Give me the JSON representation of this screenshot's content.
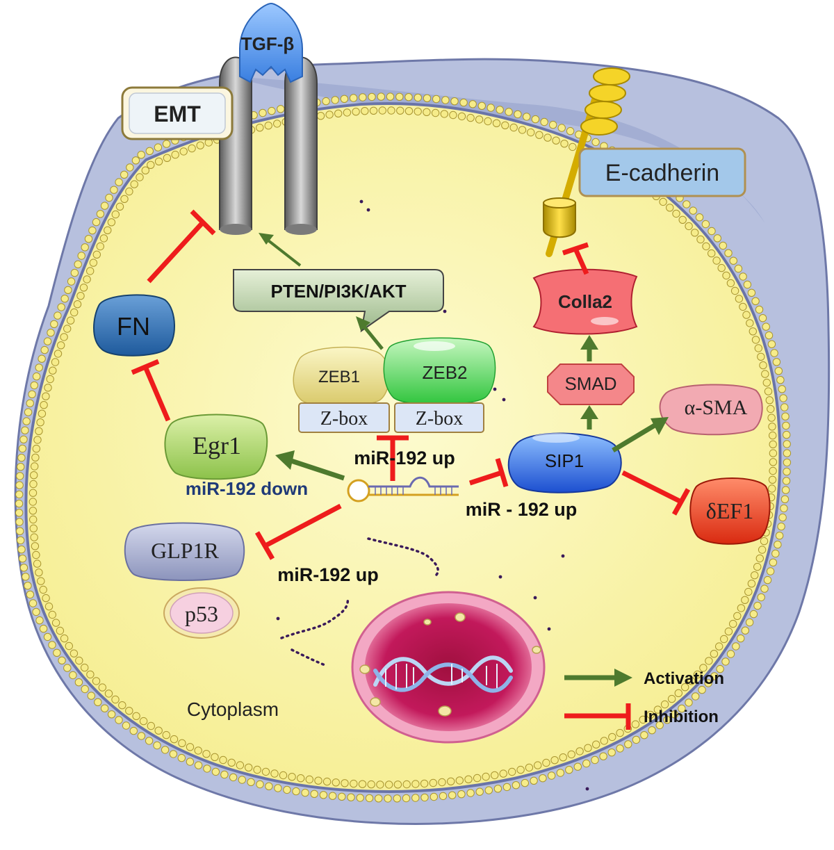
{
  "receptor": {
    "ligand": "TGF-β"
  },
  "boxes": {
    "emt": "EMT",
    "ecadherin": "E-cadherin",
    "pathway": "PTEN/PI3K/AKT",
    "zbox_left": "Z-box",
    "zbox_right": "Z-box"
  },
  "proteins": {
    "fn": "FN",
    "egr1": "Egr1",
    "glp1r": "GLP1R",
    "p53": "p53",
    "zeb1": "ZEB1",
    "zeb2": "ZEB2",
    "sip1": "SIP1",
    "smad": "SMAD",
    "colla2": "Colla2",
    "asma": "α-SMA",
    "def1": "δEF1"
  },
  "annotations": {
    "mir_up_center": "miR-192 up",
    "mir_down": "miR-192 down",
    "mir_up_right": "miR - 192 up",
    "mir_up_lower": "miR-192 up"
  },
  "compartment": {
    "cytoplasm": "Cytoplasm"
  },
  "legend": {
    "activation": "Activation",
    "inhibition": "Inhibition"
  },
  "colors": {
    "activation": "#4e7a2e",
    "inhibition": "#ee1c1c",
    "cell_outer": "#b4bedc",
    "cytoplasm": "#fbf6a8",
    "nucleus": "#b81651"
  }
}
